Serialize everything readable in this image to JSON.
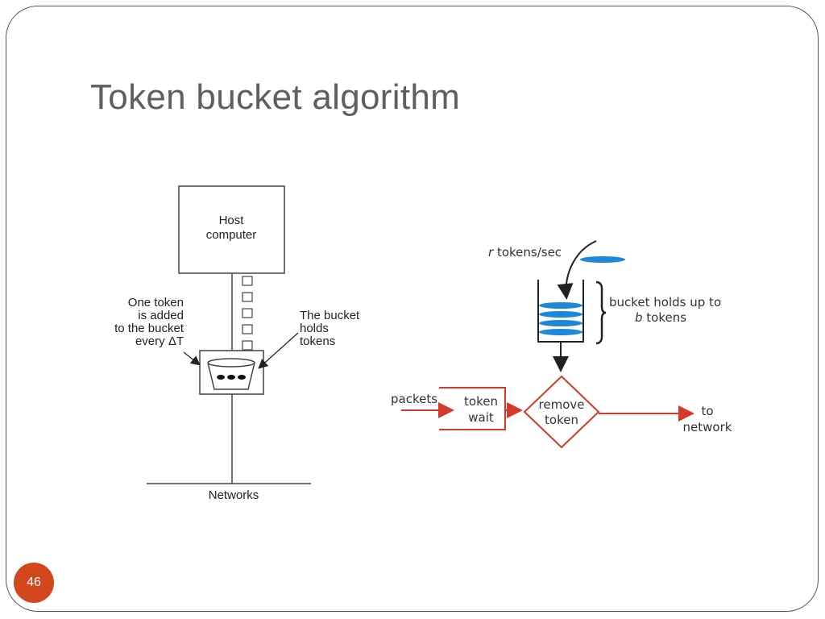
{
  "slide": {
    "title": "Token bucket algorithm",
    "page_number": "46",
    "accent_color": "#d2471c"
  },
  "left_diagram": {
    "host_label_line1": "Host",
    "host_label_line2": "computer",
    "added_label": [
      "One token",
      "is added",
      "to the bucket",
      "every ΔT"
    ],
    "holds_label": [
      "The bucket",
      "holds",
      "tokens"
    ],
    "network_label": "Networks",
    "queued_token_count": 5,
    "bucket_token_count": 3
  },
  "right_diagram": {
    "rate_var": "r",
    "rate_label": " tokens/sec",
    "capacity_label_line1": "bucket holds up to",
    "capacity_var": "b",
    "capacity_label_line2": " tokens",
    "bucket_token_count": 4,
    "packets_label": "packets",
    "wait_label_line1": "token",
    "wait_label_line2": "wait",
    "remove_label_line1": "remove",
    "remove_label_line2": "token",
    "dest_label_line1": "to",
    "dest_label_line2": "network",
    "token_color": "#1e88d8",
    "flow_color": "#d43a2a"
  }
}
